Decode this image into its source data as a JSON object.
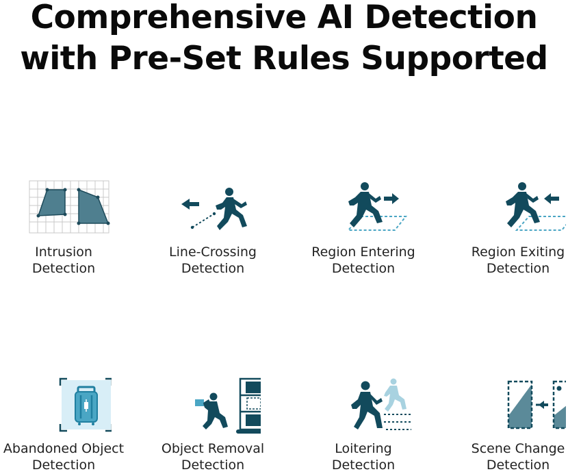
{
  "title": {
    "line1": "Comprehensive AI Detection",
    "line2": "with Pre-Set Rules Supported"
  },
  "colors": {
    "primary": "#124a5c",
    "accent": "#4aa6c4",
    "light": "#d8eef7",
    "fill": "#5b8a99"
  },
  "features": [
    {
      "icon": "intrusion-icon",
      "line1": "Intrusion",
      "line2": "Detection"
    },
    {
      "icon": "line-crossing-icon",
      "line1": "Line-Crossing",
      "line2": "Detection"
    },
    {
      "icon": "region-entering-icon",
      "line1": "Region Entering",
      "line2": "Detection"
    },
    {
      "icon": "region-exiting-icon",
      "line1": "Region Exiting",
      "line2": "Detection"
    },
    {
      "icon": "abandoned-object-icon",
      "line1": "Abandoned Object",
      "line2": "Detection"
    },
    {
      "icon": "object-removal-icon",
      "line1": "Object Removal",
      "line2": "Detection"
    },
    {
      "icon": "loitering-icon",
      "line1": "Loitering",
      "line2": "Detection"
    },
    {
      "icon": "scene-change-icon",
      "line1": "Scene Change",
      "line2": "Detection"
    }
  ]
}
